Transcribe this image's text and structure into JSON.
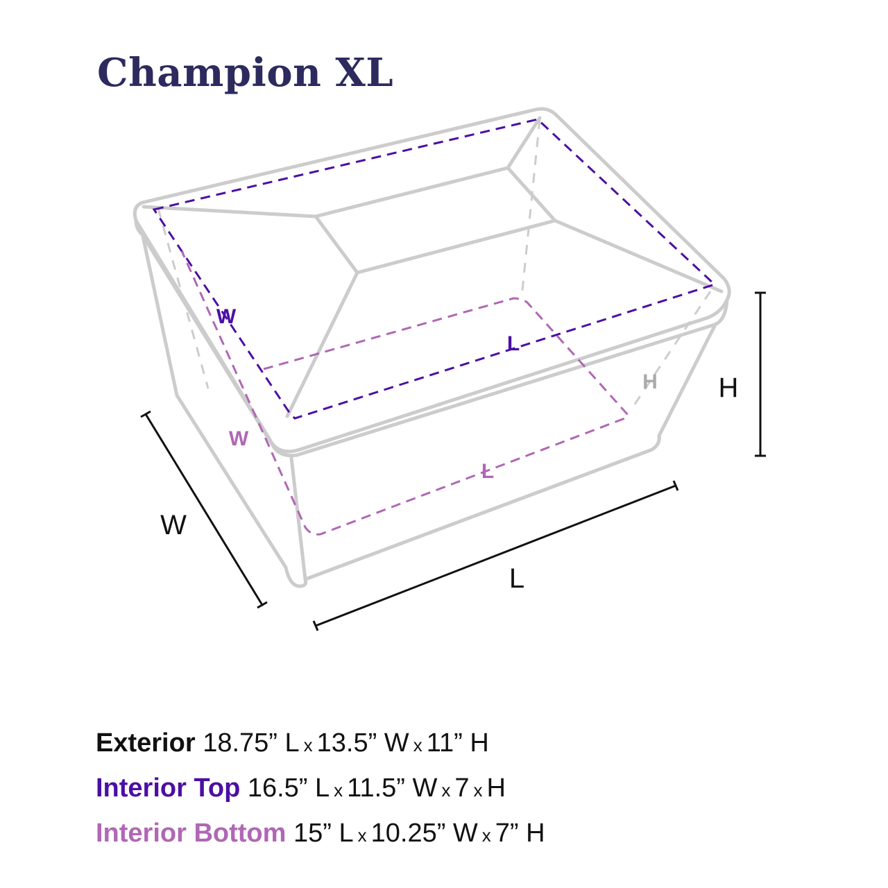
{
  "title": "Champion XL",
  "colors": {
    "title": "#2d2a5e",
    "box_outline": "#cccccc",
    "interior_top": "#4b0fa3",
    "interior_bottom": "#b067b4",
    "dimension_lines": "#111111"
  },
  "diagram_labels": {
    "top_w": "W",
    "top_l": "L",
    "bottom_w": "W",
    "bottom_l": "L",
    "inner_h": "H",
    "outer_w": "W",
    "outer_l": "L",
    "outer_h": "H"
  },
  "specs": [
    {
      "label": "Exterior",
      "l": "18.75” L",
      "w": "13.5” W",
      "h": "11” H"
    },
    {
      "label": "Interior Top",
      "l": "16.5” L",
      "w": "11.5” W",
      "h": "7",
      "h2": "H"
    },
    {
      "label": "Interior Bottom",
      "l": "15” L",
      "w": "10.25” W",
      "h": "7” H"
    }
  ],
  "separator": "x"
}
